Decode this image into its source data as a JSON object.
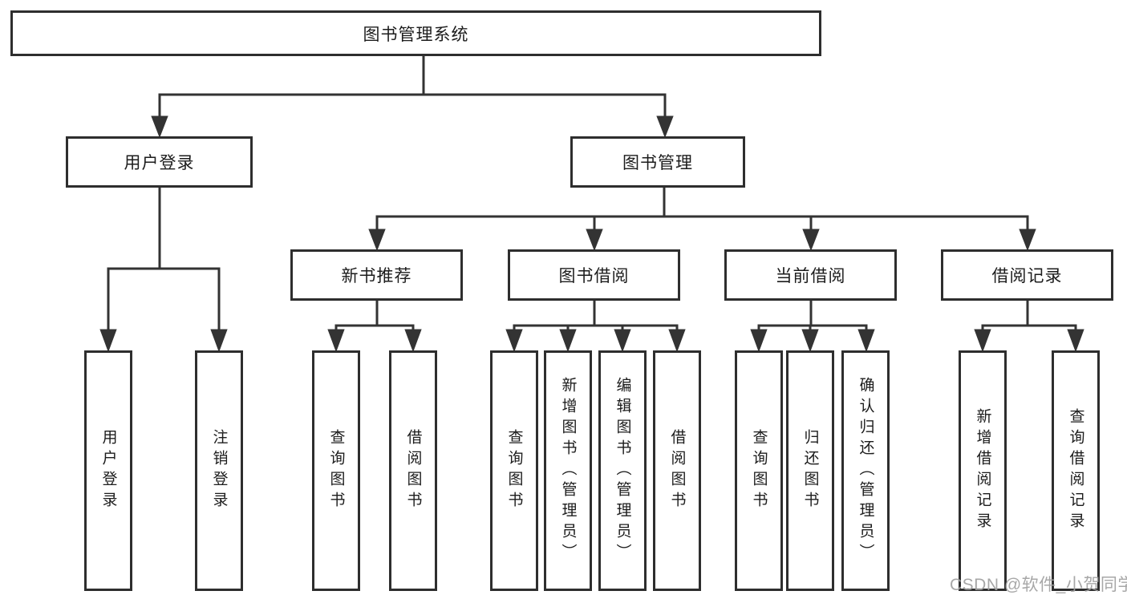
{
  "root": {
    "label": "图书管理系统"
  },
  "level2": [
    {
      "id": "user-login",
      "label": "用户登录"
    },
    {
      "id": "book-management",
      "label": "图书管理"
    }
  ],
  "level3": [
    {
      "id": "new-book-recommend",
      "label": "新书推荐"
    },
    {
      "id": "book-borrow",
      "label": "图书借阅"
    },
    {
      "id": "current-borrow",
      "label": "当前借阅"
    },
    {
      "id": "borrow-records",
      "label": "借阅记录"
    }
  ],
  "leaves": [
    {
      "id": "user-login",
      "label": "用户登录"
    },
    {
      "id": "logout",
      "label": "注销登录"
    },
    {
      "id": "search-books-recommend",
      "label": "查询图书"
    },
    {
      "id": "borrow-book-recommend",
      "label": "借阅图书"
    },
    {
      "id": "search-books-borrow",
      "label": "查询图书"
    },
    {
      "id": "add-book-admin",
      "label": "新增图书（管理员）"
    },
    {
      "id": "edit-book-admin",
      "label": "编辑图书（管理员）"
    },
    {
      "id": "borrow-book",
      "label": "借阅图书"
    },
    {
      "id": "search-books-current",
      "label": "查询图书"
    },
    {
      "id": "return-book",
      "label": "归还图书"
    },
    {
      "id": "confirm-return-admin",
      "label": "确认归还（管理员）"
    },
    {
      "id": "add-borrow-record",
      "label": "新增借阅记录"
    },
    {
      "id": "search-borrow-record",
      "label": "查询借阅记录"
    }
  ],
  "watermark": {
    "text": "CSDN @软件_小贺同学"
  },
  "colors": {
    "line": "#333333",
    "border": "#2e2e2e",
    "text": "#1c1c1c",
    "watermark": "#a0a0a0",
    "background": "#ffffff"
  }
}
